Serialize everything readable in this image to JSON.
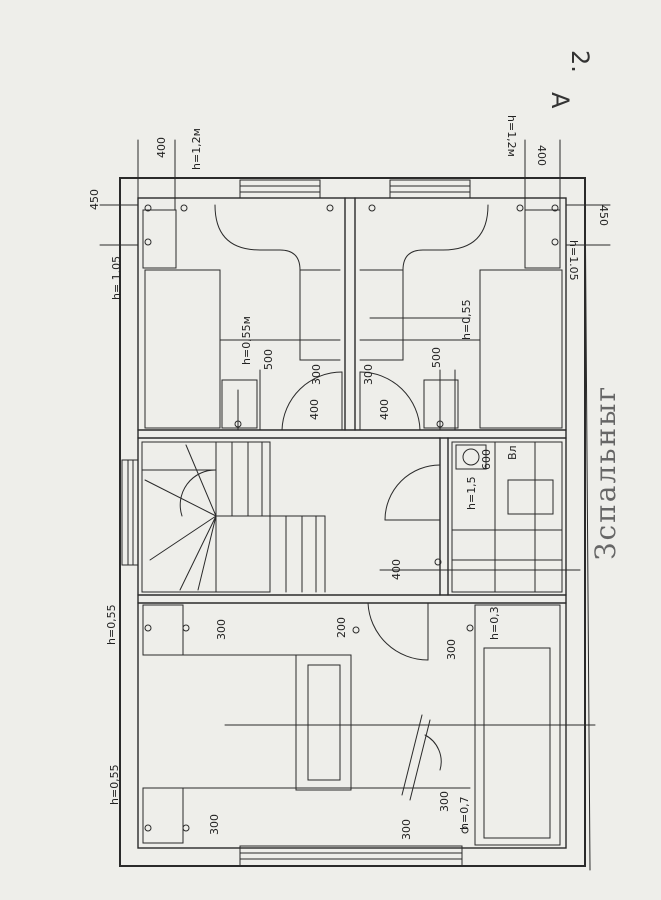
{
  "sheet": {
    "letter": "А",
    "number": "2.",
    "room_note": "Зспальныг"
  },
  "dimensions": {
    "d450_left": "450",
    "d400_top_left": "400",
    "d400_top_right": "400",
    "d450_right": "450",
    "d500_a": "500",
    "d500_b": "500",
    "d300_door_a": "300",
    "d300_door_b": "300",
    "d400_door_a": "400",
    "d400_door_b": "400",
    "d400_hall": "400",
    "d300_room_a": "300",
    "d200": "200",
    "d300_room_b": "300",
    "d300_bottom_a": "300",
    "d300_bottom_b": "300",
    "d300_bottom_c": "300"
  },
  "heights": {
    "h_top_left": "h=1,2м",
    "h_top_right": "h=1,2м",
    "h_left_105": "h= 1.05",
    "h_right_105": "h=1.05",
    "h_055_m": "h=0,55м",
    "h_055_r": "h=0,55",
    "h_15": "h=1,5",
    "h_600": "600",
    "h_lower_055": "h=0,55",
    "h_bottom_055": "h=0,55",
    "h_03": "h=0,3",
    "h_bottom_right": "h=0,7"
  },
  "labels": {
    "vent": "Вл"
  }
}
